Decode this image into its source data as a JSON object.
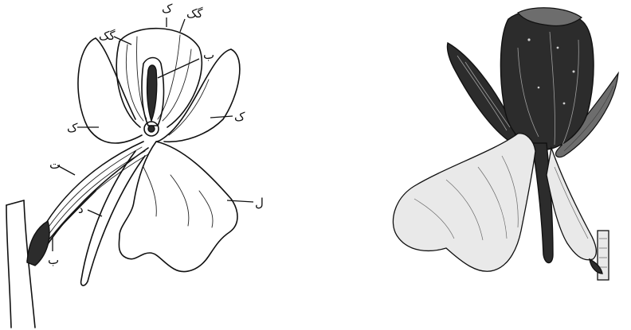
{
  "figure": {
    "labels": {
      "k_top": "ک",
      "gk_left": "گک",
      "gk_right": "گک",
      "b_upper": "ب",
      "k_right": "ک",
      "k_left": "ک",
      "t": "ت",
      "l": "ل",
      "d": "د",
      "b_lower": "ب"
    }
  }
}
